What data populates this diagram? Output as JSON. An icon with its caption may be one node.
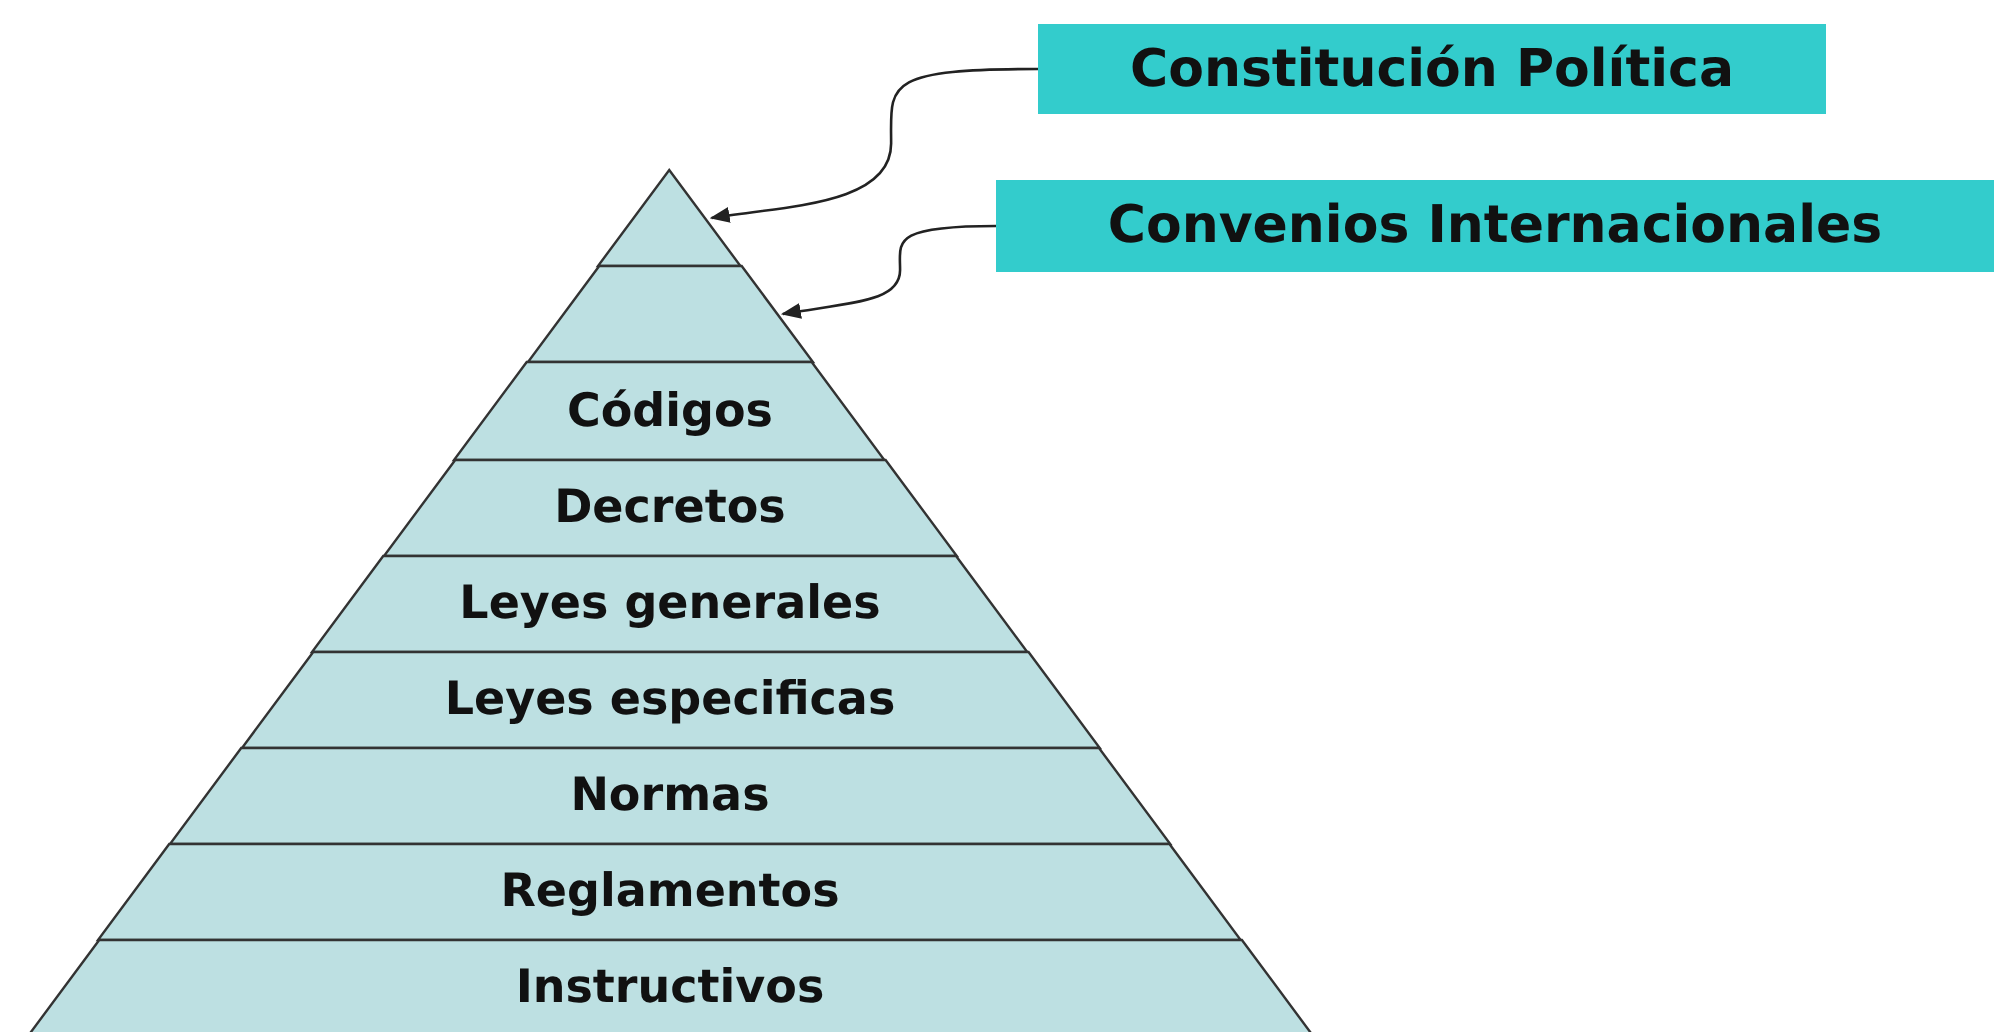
{
  "diagram": {
    "nodes": [
      {
        "text": [
          "Constitución Política"
        ]
      },
      {
        "text": [
          "Convenios Internacionales"
        ]
      },
      {
        "text": [],
        "shape": "triangle"
      },
      {
        "text": [],
        "shape": "trapezoid"
      },
      {
        "text": [
          "Códigos"
        ]
      },
      {
        "text": [
          "Decretos"
        ]
      },
      {
        "text": [
          "Leyes generales"
        ]
      },
      {
        "text": [
          "Leyes especificas"
        ]
      },
      {
        "text": [
          "Normas"
        ]
      },
      {
        "text": [
          "Reglamentos"
        ]
      },
      {
        "text": [
          "Instructivos"
        ]
      }
    ],
    "edges": [
      {
        "from": 0,
        "to": 2,
        "arrow": "to"
      },
      {
        "from": 1,
        "to": 3,
        "arrow": "to"
      }
    ]
  }
}
